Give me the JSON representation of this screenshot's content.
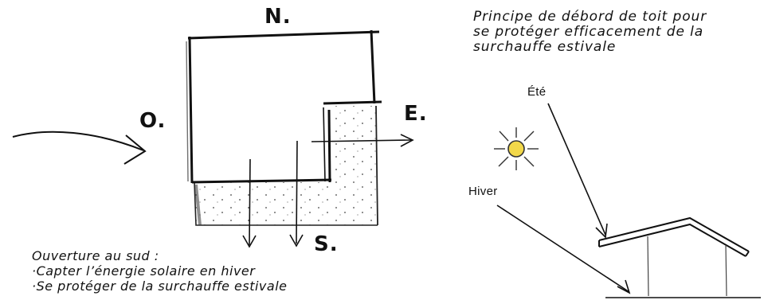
{
  "plan": {
    "north": "N.",
    "west": "O.",
    "east": "E.",
    "south": "S."
  },
  "caption": {
    "heading": "Ouverture au sud :",
    "line1": "·Capter l’énergie solaire en hiver",
    "line2": "·Se protéger de la surchauffe estivale"
  },
  "roof": {
    "title_line1": "Principe de débord de toit pour",
    "title_line2": "se protéger efficacement de la",
    "title_line3": "surchauffe estivale",
    "summer_label": "Été",
    "winter_label": "Hiver"
  },
  "colors": {
    "ink": "#111111",
    "sun": "#f2d84a"
  }
}
